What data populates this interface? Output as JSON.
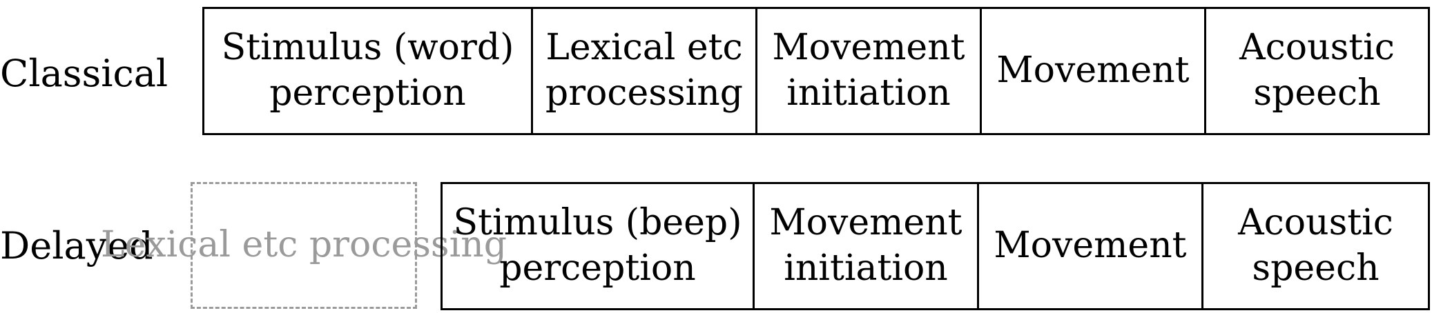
{
  "rows": {
    "classical": {
      "label": "Classical",
      "stages": [
        {
          "line1": "Stimulus (word)",
          "line2": "perception"
        },
        {
          "line1": "Lexical etc",
          "line2": "processing"
        },
        {
          "line1": "Movement",
          "line2": "initiation"
        },
        {
          "line1": "Movement",
          "line2": ""
        },
        {
          "line1": "Acoustic",
          "line2": "speech"
        }
      ]
    },
    "delayed": {
      "label": "Delayed",
      "ghost_stage": {
        "line1": "Lexical etc",
        "line2": "processing"
      },
      "stages": [
        {
          "line1": "Stimulus (beep)",
          "line2": "perception"
        },
        {
          "line1": "Movement",
          "line2": "initiation"
        },
        {
          "line1": "Movement",
          "line2": ""
        },
        {
          "line1": "Acoustic",
          "line2": "speech"
        }
      ]
    }
  },
  "colors": {
    "stroke": "#000000",
    "ghost": "#9a9a9a"
  }
}
